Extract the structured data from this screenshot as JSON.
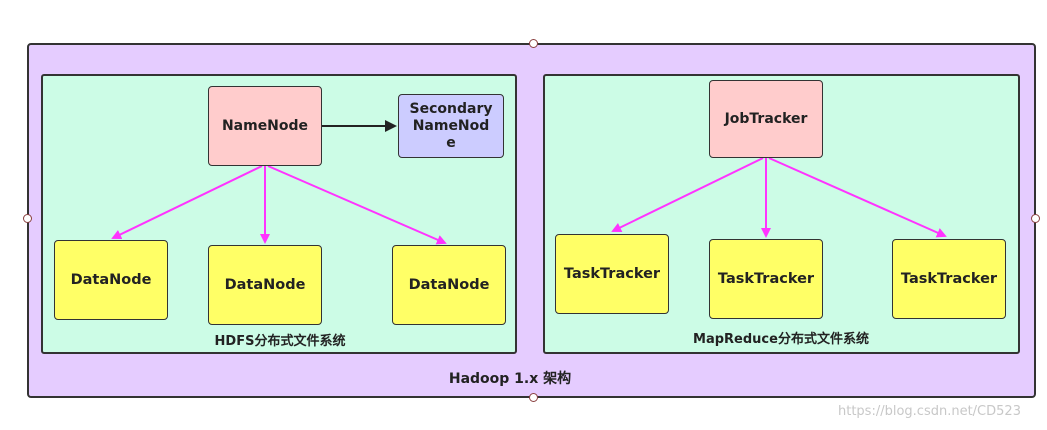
{
  "diagram": {
    "title": "Hadoop 1.x 架构",
    "hdfs": {
      "caption": "HDFS分布式文件系统",
      "name_node": "NameNode",
      "secondary_name_node": "Secondary\nNameNod\ne",
      "data_nodes": [
        "DataNode",
        "DataNode",
        "DataNode"
      ]
    },
    "mapreduce": {
      "caption": "MapReduce分布式文件系统",
      "job_tracker": "JobTracker",
      "task_trackers": [
        "TaskTracker",
        "TaskTracker",
        "TaskTracker"
      ]
    },
    "colors": {
      "outer": "#e5ccff",
      "panel": "#ccfce6",
      "master": "#ffcccc",
      "secondary": "#ccccff",
      "worker": "#ffff66",
      "arrow_magenta": "#ff33ff",
      "arrow_black": "#222222"
    }
  },
  "watermark": "https://blog.csdn.net/CD523"
}
